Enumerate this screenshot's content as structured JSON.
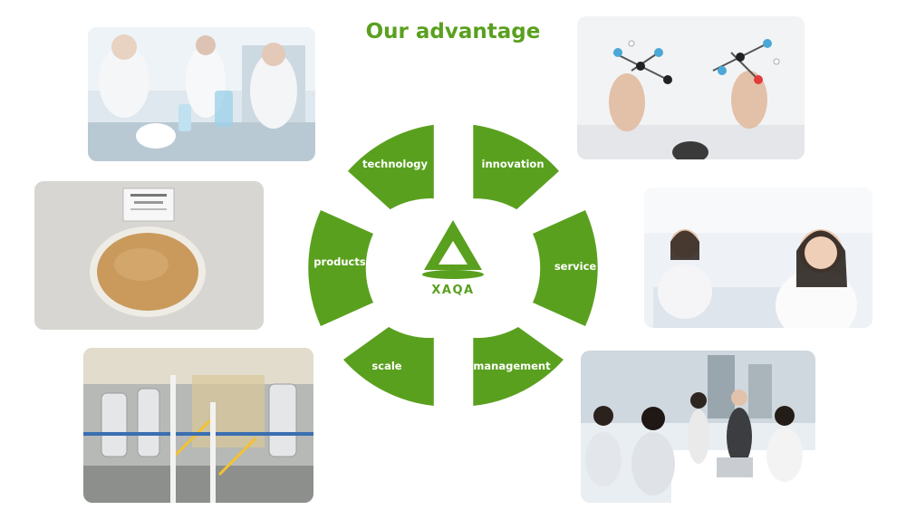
{
  "title": "Our advantage",
  "segments": {
    "technology": "technology",
    "innovation": "innovation",
    "service": "service",
    "management": "management",
    "scale": "scale",
    "products": "products"
  },
  "logo_text": "XAQA",
  "colors": {
    "accent": "#5aa01f"
  },
  "photos": [
    "laboratory-photo",
    "molecule-model-photo",
    "herbal-extract-powder-photo",
    "customer-service-photo",
    "factory-production-line-photo",
    "business-meeting-photo"
  ]
}
